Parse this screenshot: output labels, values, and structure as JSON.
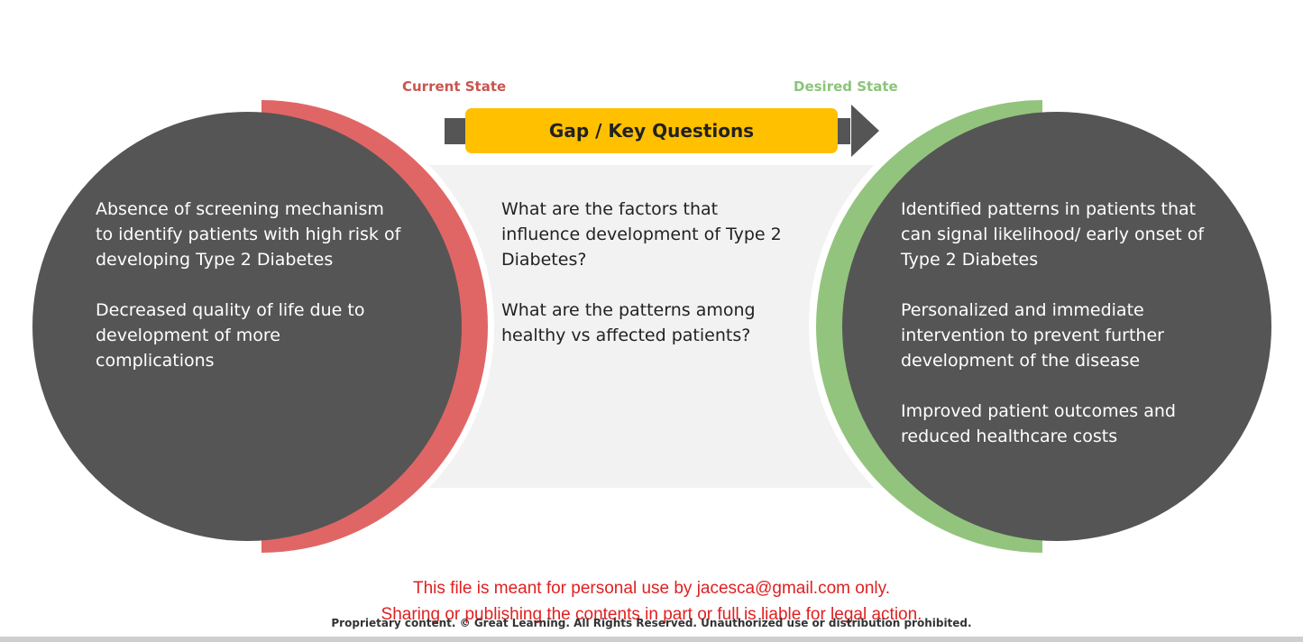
{
  "diagram": {
    "current_state": {
      "label": "Current State",
      "color": "#c9554f",
      "points": [
        "Absence of screening mechanism to identify patients with high risk of developing Type 2 Diabetes",
        "Decreased quality of life due to development of more complications"
      ]
    },
    "gap": {
      "title": "Gap / Key Questions",
      "color": "#ffc000",
      "questions": [
        "What are the factors that influence development of Type 2 Diabetes?",
        "What are the patterns among healthy vs affected patients?"
      ]
    },
    "desired_state": {
      "label": "Desired State",
      "color": "#8cc47a",
      "points": [
        "Identified patterns in patients that can signal likelihood/ early onset of Type 2 Diabetes",
        "Personalized and immediate intervention to prevent further development of the disease",
        "Improved patient outcomes and reduced healthcare costs"
      ]
    },
    "circle_fill": "#555555",
    "current_arc_color": "#e06666",
    "desired_arc_color": "#93c47d",
    "arrow_color": "#555555",
    "panel_color": "#f2f2f2"
  },
  "notice": {
    "line1": "This file is meant for personal use by jacesca@gmail.com only.",
    "line2": "Sharing or publishing the contents in part or full is liable for legal action."
  },
  "footer": {
    "text": "Proprietary content. © Great Learning. All Rights Reserved. Unauthorized use or distribution prohibited."
  }
}
